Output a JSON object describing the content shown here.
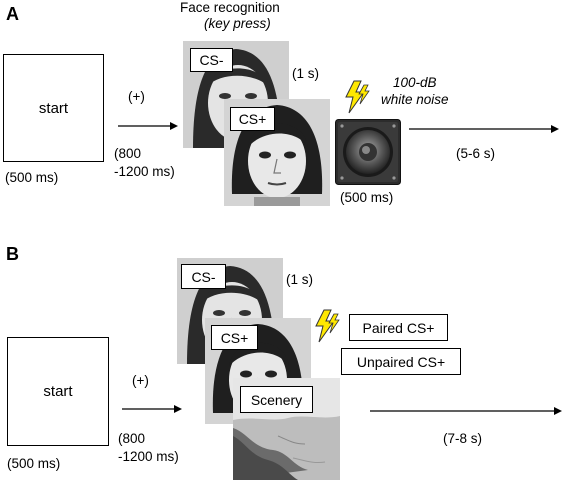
{
  "panel_a": {
    "letter": "A",
    "start_label": "start",
    "start_duration": "(500 ms)",
    "fixation": "(+)",
    "iti": "(800\n-1200 ms)",
    "task_title": "Face recognition",
    "task_subtitle": "key press",
    "cs_minus": "CS-",
    "cs_plus": "CS+",
    "stim_duration": "(1 s)",
    "us_intensity": "100-dB",
    "us_type": "white noise",
    "us_duration": "(500 ms)",
    "post_interval": "(5-6 s)",
    "icons": [
      "lightning-icon",
      "speaker-icon"
    ]
  },
  "panel_b": {
    "letter": "B",
    "start_label": "start",
    "start_duration": "(500 ms)",
    "fixation": "(+)",
    "iti": "(800\n-1200 ms)",
    "cs_minus": "CS-",
    "cs_plus": "CS+",
    "scenery": "Scenery",
    "stim_duration": "(1 s)",
    "paired": "Paired CS+",
    "unpaired": "Unpaired CS+",
    "post_interval": "(7-8 s)",
    "icons": [
      "lightning-icon"
    ]
  }
}
